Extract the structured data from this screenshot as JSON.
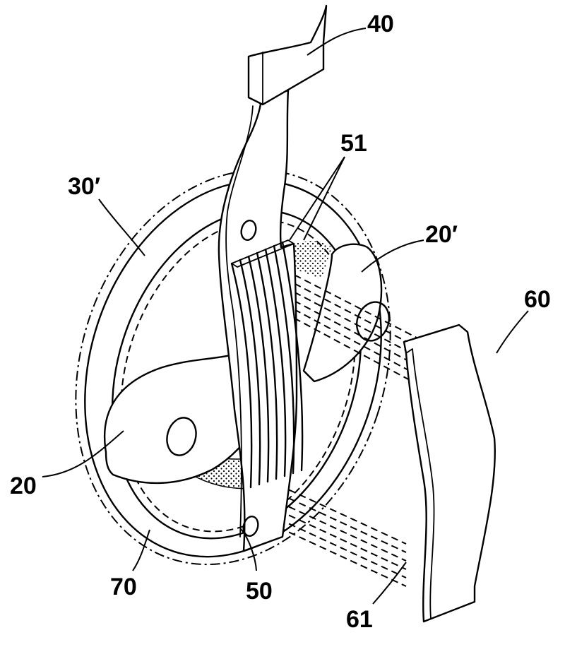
{
  "figure": {
    "type": "patent-line-drawing",
    "description": "Perspective view of an earphone/speaker assembly with flexible connector and comb-shaped lead element",
    "colors": {
      "line": "#000000",
      "background": "#ffffff",
      "stipple": "#000000"
    }
  },
  "labels": [
    {
      "id": "40",
      "text": "40",
      "part": "connector"
    },
    {
      "id": "51",
      "text": "51",
      "part": "comb-teeth"
    },
    {
      "id": "30p",
      "text": "30′",
      "part": "housing-ring"
    },
    {
      "id": "20p",
      "text": "20′",
      "part": "rear-body"
    },
    {
      "id": "60",
      "text": "60",
      "part": "side-plate"
    },
    {
      "id": "20",
      "text": "20",
      "part": "front-body"
    },
    {
      "id": "70",
      "text": "70",
      "part": "rim"
    },
    {
      "id": "50",
      "text": "50",
      "part": "flexible-lead"
    },
    {
      "id": "61",
      "text": "61",
      "part": "plate-projection"
    }
  ]
}
